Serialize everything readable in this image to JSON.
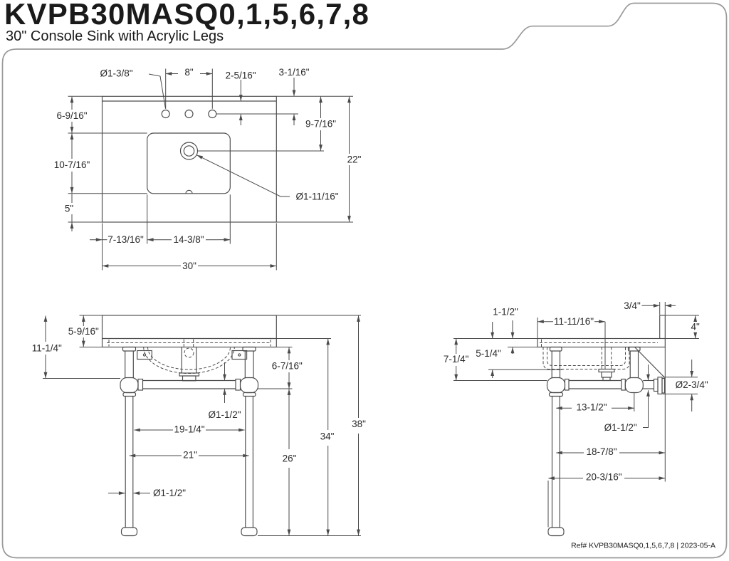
{
  "header": {
    "title": "KVPB30MASQ0,1,5,6,7,8",
    "subtitle": "30\" Console Sink with Acrylic Legs"
  },
  "footer": {
    "ref_text": "Ref# KVPB30MASQ0,1,5,6,7,8 | 2023-05-A"
  },
  "colors": {
    "line": "#4a4a4a",
    "text": "#2b2b2b",
    "border": "#9a9a9a",
    "background": "#ffffff"
  },
  "top_view": {
    "hole_diameter": "Ø1-3/8\"",
    "hole_spacing": "8\"",
    "backsplash_to_hole": "2-5/16\"",
    "edge_to_hole": "3-1/16\"",
    "edge_to_drain": "9-7/16\"",
    "depth": "22\"",
    "edge_to_basin": "6-9/16\"",
    "basin_length": "10-7/16\"",
    "basin_to_front": "5\"",
    "left_to_basin": "7-13/16\"",
    "basin_width": "14-3/8\"",
    "width": "30\"",
    "drain_diameter": "Ø1-11/16\""
  },
  "front_view": {
    "top_height": "5-9/16\"",
    "top_to_bar": "11-1/4\"",
    "under_to_bar": "6-7/16\"",
    "bar_diameter": "Ø1-1/2\"",
    "legs_inner_span": "19-1/4\"",
    "legs_center_span": "21\"",
    "bar_to_floor": "26\"",
    "under_to_floor": "34\"",
    "total_height": "38\"",
    "leg_diameter": "Ø1-1/2\""
  },
  "side_view": {
    "slab_thickness": "1-1/2\"",
    "front_to_drain": "11-11/16\"",
    "backsplash_thickness": "3/4\"",
    "backsplash_height": "4\"",
    "top_to_bar": "7-1/4\"",
    "basin_depth": "5-1/4\"",
    "flange_diameter": "Ø2-3/4\"",
    "post_spacing": "13-1/2\"",
    "bar_diameter": "Ø1-1/2\"",
    "leg_to_wall": "18-7/8\"",
    "foot_to_wall": "20-3/16\""
  }
}
